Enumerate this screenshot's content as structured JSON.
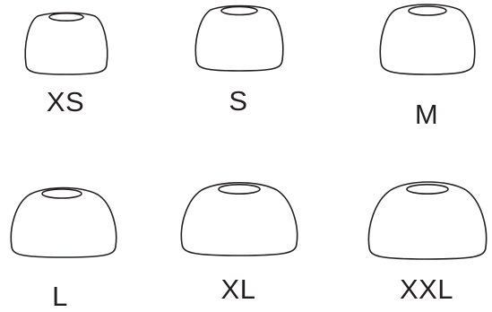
{
  "sizes": [
    {
      "label": "XS"
    },
    {
      "label": "S"
    },
    {
      "label": "M"
    },
    {
      "label": "L"
    },
    {
      "label": "XL"
    },
    {
      "label": "XXL"
    }
  ],
  "colors": {
    "stroke": "#231f20",
    "background": "#ffffff"
  },
  "icon": "ear-tip-icon"
}
